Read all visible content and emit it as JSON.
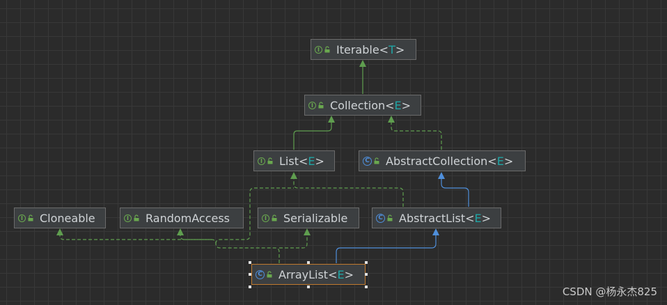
{
  "nodes": {
    "iterable": {
      "name": "Iterable<",
      "type_param": "T",
      "close": ">",
      "kind": "interface",
      "kind_letter": "I"
    },
    "collection": {
      "name": "Collection<",
      "type_param": "E",
      "close": ">",
      "kind": "interface",
      "kind_letter": "I"
    },
    "list": {
      "name": "List<",
      "type_param": "E",
      "close": ">",
      "kind": "interface",
      "kind_letter": "I"
    },
    "abstract_collection": {
      "name": "AbstractCollection<",
      "type_param": "E",
      "close": ">",
      "kind": "class",
      "kind_letter": "C"
    },
    "cloneable": {
      "name": "Cloneable",
      "kind": "interface",
      "kind_letter": "I"
    },
    "random_access": {
      "name": "RandomAccess",
      "kind": "interface",
      "kind_letter": "I"
    },
    "serializable": {
      "name": "Serializable",
      "kind": "interface",
      "kind_letter": "I"
    },
    "abstract_list": {
      "name": "AbstractList<",
      "type_param": "E",
      "close": ">",
      "kind": "class",
      "kind_letter": "C"
    },
    "array_list": {
      "name": "ArrayList<",
      "type_param": "E",
      "close": ">",
      "kind": "class",
      "kind_letter": "C",
      "selected": true
    }
  },
  "edges": [
    {
      "from": "collection",
      "to": "iterable",
      "relation": "extends"
    },
    {
      "from": "list",
      "to": "collection",
      "relation": "extends"
    },
    {
      "from": "abstract_collection",
      "to": "collection",
      "relation": "implements"
    },
    {
      "from": "abstract_list",
      "to": "abstract_collection",
      "relation": "extends-class"
    },
    {
      "from": "abstract_list",
      "to": "list",
      "relation": "implements"
    },
    {
      "from": "array_list",
      "to": "abstract_list",
      "relation": "extends-class"
    },
    {
      "from": "array_list",
      "to": "list",
      "relation": "implements"
    },
    {
      "from": "array_list",
      "to": "cloneable",
      "relation": "implements"
    },
    {
      "from": "array_list",
      "to": "random_access",
      "relation": "implements"
    },
    {
      "from": "array_list",
      "to": "serializable",
      "relation": "implements"
    }
  ],
  "colors": {
    "background": "#2b2b2b",
    "grid": "#383838",
    "node_fill": "#3c3f41",
    "node_border": "#6b6b6b",
    "selected_border": "#c07a2e",
    "interface_edge": "#5f9e4f",
    "class_edge": "#4f8fdb",
    "type_param": "#20a5a5"
  },
  "watermark": "CSDN @杨永杰825"
}
